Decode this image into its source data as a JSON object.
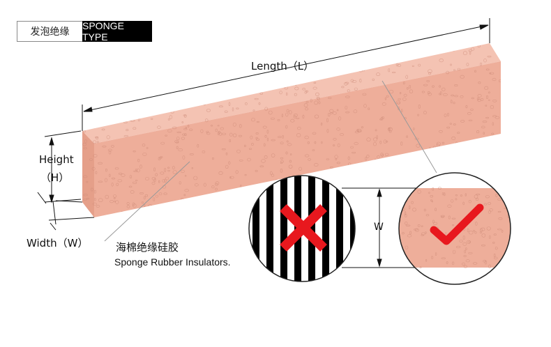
{
  "tag": {
    "cn": "发泡绝缘",
    "en": "SPONGE TYPE"
  },
  "dimensions": {
    "length": "Length（L）",
    "height_word": "Height",
    "height_sym": "（H）",
    "width": "Width（W）",
    "width_small": "W"
  },
  "caption": {
    "cn": "海棉绝缘硅胶",
    "en": "Sponge Rubber Insulators."
  },
  "colors": {
    "sponge_front": "#eeae9a",
    "sponge_top": "#f4c3b3",
    "sponge_side": "#e59f89",
    "cross": "#e8181e",
    "check": "#e8181e",
    "stripe": "#000000"
  },
  "icons": {
    "wrong": "cross-icon",
    "right": "check-icon"
  }
}
